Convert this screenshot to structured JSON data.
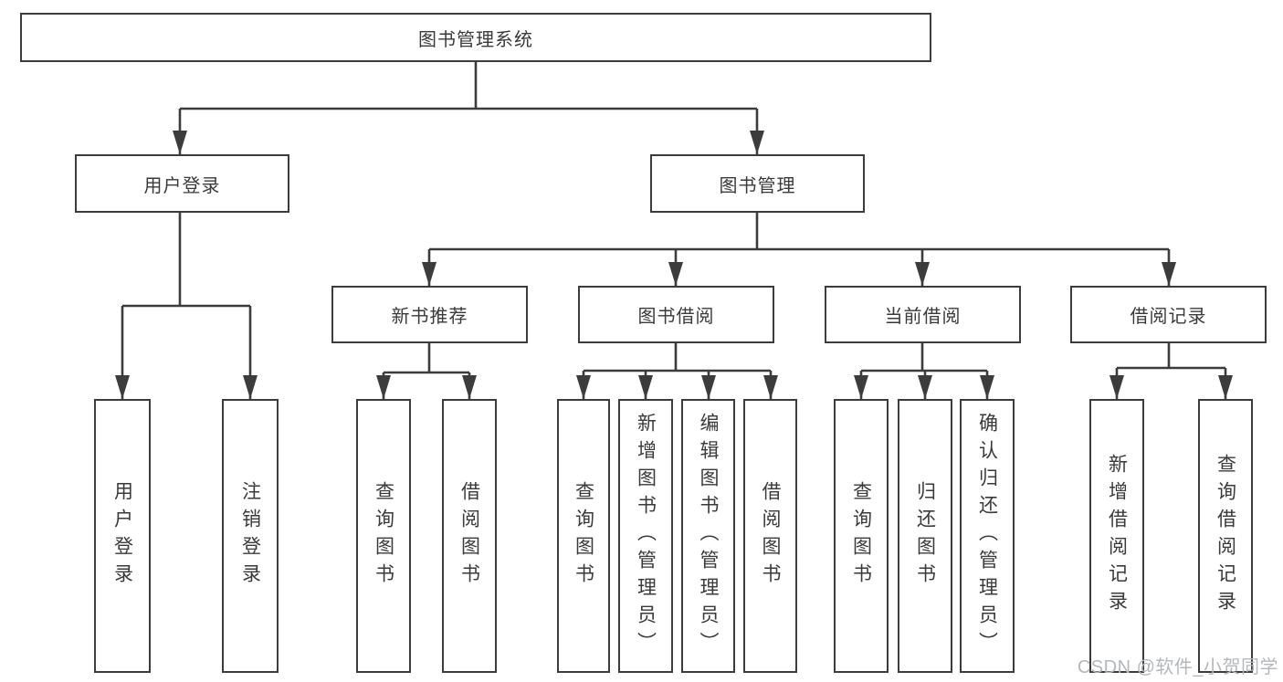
{
  "nodes": {
    "root": {
      "label": "图书管理系统"
    },
    "branches": {
      "user_login": {
        "label": "用户登录"
      },
      "book_mgmt": {
        "label": "图书管理"
      }
    },
    "modules": {
      "new_book_rec": {
        "label": "新书推荐"
      },
      "book_borrow": {
        "label": "图书借阅"
      },
      "current_borrow": {
        "label": "当前借阅"
      },
      "borrow_records": {
        "label": "借阅记录"
      }
    },
    "leaves": {
      "user_login": [
        "用户登录",
        "注销登录"
      ],
      "new_book_rec": [
        "查询图书",
        "借阅图书"
      ],
      "book_borrow": [
        "查询图书",
        "新增图书（管理员）",
        "编辑图书（管理员）",
        "借阅图书"
      ],
      "current_borrow": [
        "查询图书",
        "归还图书",
        "确认归还（管理员）"
      ],
      "borrow_records": [
        "新增借阅记录",
        "查询借阅记录"
      ]
    }
  },
  "watermark": "CSDN @软件_小贺同学",
  "colors": {
    "line": "#3c3c3c",
    "text": "#3a3a3a",
    "background": "#ffffff",
    "watermark": "#b4b8bb"
  }
}
